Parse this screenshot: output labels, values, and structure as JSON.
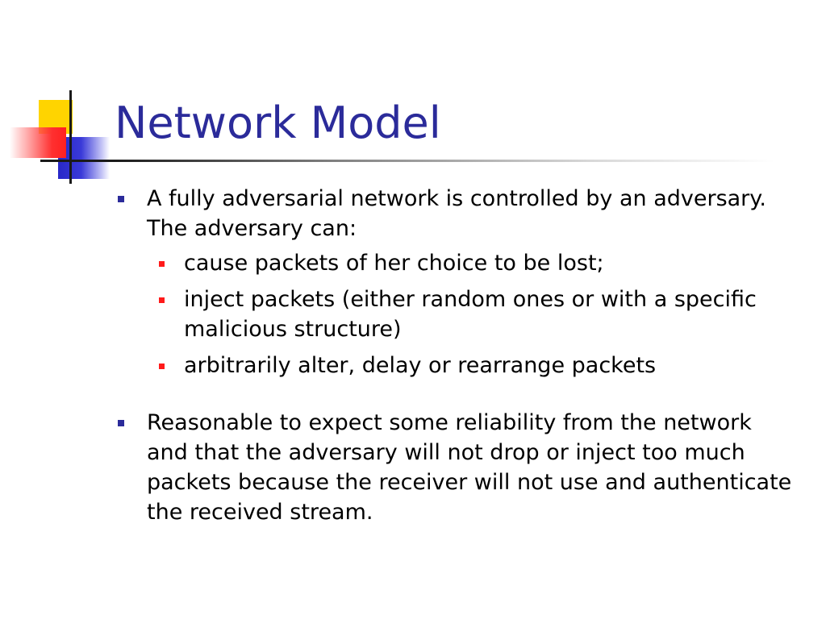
{
  "slide": {
    "title": "Network Model",
    "bullets": [
      {
        "text": "A fully adversarial network is controlled by an adversary. The adversary can:",
        "sub_bullets": [
          "cause packets of her choice to be lost;",
          "inject packets (either random ones or with a specific  malicious structure)",
          "arbitrarily alter, delay or rearrange packets"
        ]
      },
      {
        "text": "Reasonable to expect some reliability from the network  and that the adversary will not drop or inject too much packets because the receiver will not use and authenticate the received stream."
      }
    ]
  },
  "colors": {
    "title": "#2b2b9a",
    "bullet_level1": "#2b2b9a",
    "bullet_level2": "#ff1a1a",
    "deco_yellow": "#ffd400",
    "deco_red": "#ff2020",
    "deco_blue": "#2828c8"
  }
}
